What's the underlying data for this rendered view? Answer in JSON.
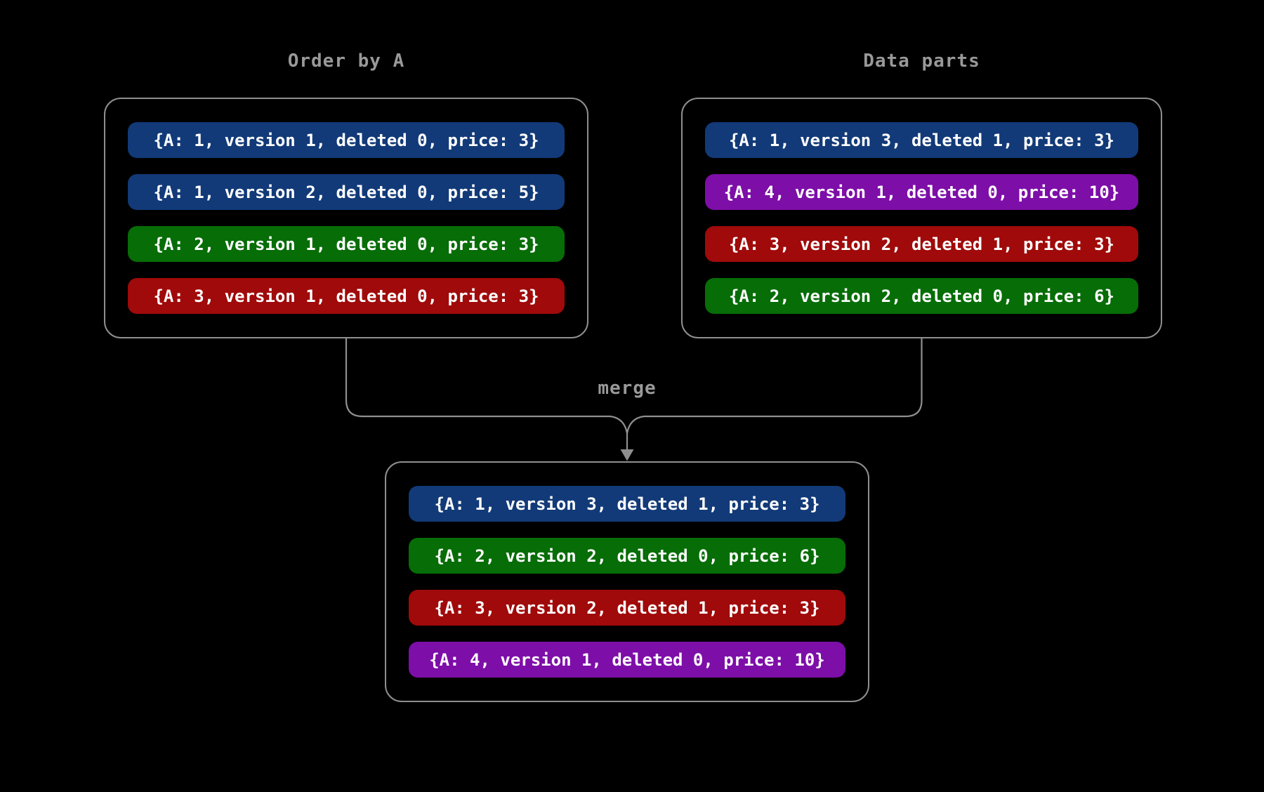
{
  "palette": {
    "background": "#000000",
    "line_gray": "#8f8f8f",
    "label_gray": "#999999",
    "row_text": "#ffffff",
    "blue": "#123a78",
    "green": "#076d07",
    "red": "#a00a0a",
    "purple": "#7d0ea8"
  },
  "merge_label": "merge",
  "boxes": {
    "order_by_a": {
      "title": "Order by A",
      "rows": [
        {
          "color": "#123a78",
          "text": "{A: 1, version 1, deleted 0, price: 3}"
        },
        {
          "color": "#123a78",
          "text": "{A: 1, version 2, deleted 0, price: 5}"
        },
        {
          "color": "#076d07",
          "text": "{A: 2, version 1, deleted 0, price: 3}"
        },
        {
          "color": "#a00a0a",
          "text": "{A: 3, version 1, deleted 0, price: 3}"
        }
      ]
    },
    "data_parts": {
      "title": "Data parts",
      "rows": [
        {
          "color": "#123a78",
          "text": "{A: 1, version 3, deleted 1, price: 3}"
        },
        {
          "color": "#7d0ea8",
          "text": "{A: 4, version 1, deleted 0, price: 10}"
        },
        {
          "color": "#a00a0a",
          "text": "{A: 3, version 2, deleted 1, price: 3}"
        },
        {
          "color": "#076d07",
          "text": "{A: 2, version 2, deleted 0, price: 6}"
        }
      ]
    },
    "merged": {
      "rows": [
        {
          "color": "#123a78",
          "text": "{A: 1, version 3, deleted 1, price: 3}"
        },
        {
          "color": "#076d07",
          "text": "{A: 2, version 2, deleted 0, price: 6}"
        },
        {
          "color": "#a00a0a",
          "text": "{A: 3, version 2, deleted 1, price: 3}"
        },
        {
          "color": "#7d0ea8",
          "text": "{A: 4, version 1, deleted 0, price: 10}"
        }
      ]
    }
  }
}
